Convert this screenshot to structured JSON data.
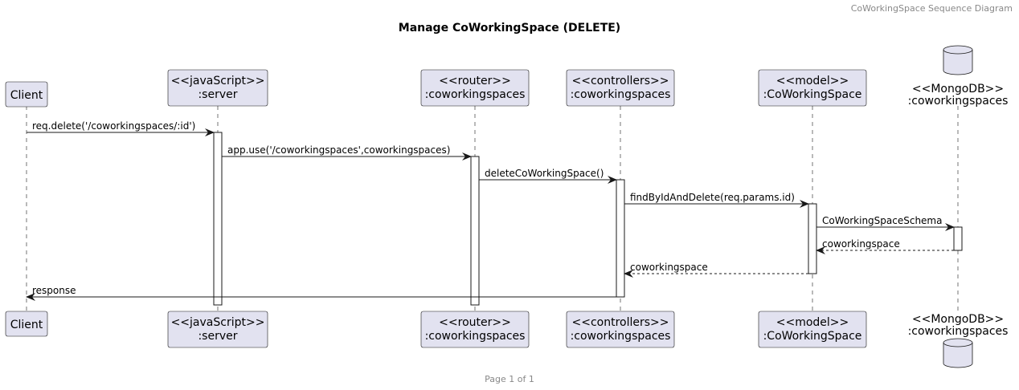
{
  "header": {
    "text": "CoWorkingSpace Sequence Diagram"
  },
  "title": "Manage CoWorkingSpace (DELETE)",
  "footer": {
    "text": "Page 1 of 1"
  },
  "colors": {
    "participant_fill": "#e2e2f0",
    "border": "#181818",
    "lifeline": "#181818"
  },
  "participants": [
    {
      "id": "client",
      "shape": "box",
      "lines": [
        "Client"
      ]
    },
    {
      "id": "server",
      "shape": "box",
      "lines": [
        "<<javaScript>>",
        ":server"
      ]
    },
    {
      "id": "router",
      "shape": "box",
      "lines": [
        "<<router>>",
        ":coworkingspaces"
      ]
    },
    {
      "id": "controller",
      "shape": "box",
      "lines": [
        "<<controllers>>",
        ":coworkingspaces"
      ]
    },
    {
      "id": "model",
      "shape": "box",
      "lines": [
        "<<model>>",
        ":CoWorkingSpace"
      ]
    },
    {
      "id": "db",
      "shape": "database",
      "icon": "database-icon",
      "lines": [
        "<<MongoDB>>",
        ":coworkingspaces"
      ]
    }
  ],
  "messages": [
    {
      "from": "client",
      "to": "server",
      "label": "req.delete('/coworkingspaces/:id')",
      "style": "solid"
    },
    {
      "from": "server",
      "to": "router",
      "label": "app.use('/coworkingspaces',coworkingspaces)",
      "style": "solid"
    },
    {
      "from": "router",
      "to": "controller",
      "label": "deleteCoWorkingSpace()",
      "style": "solid"
    },
    {
      "from": "controller",
      "to": "model",
      "label": "findByIdAndDelete(req.params.id)",
      "style": "solid"
    },
    {
      "from": "model",
      "to": "db",
      "label": "CoWorkingSpaceSchema",
      "style": "solid"
    },
    {
      "from": "db",
      "to": "model",
      "label": "coworkingspace",
      "style": "dashed"
    },
    {
      "from": "model",
      "to": "controller",
      "label": "coworkingspace",
      "style": "dashed"
    },
    {
      "from": "controller",
      "to": "client",
      "label": "response",
      "style": "solid"
    }
  ]
}
